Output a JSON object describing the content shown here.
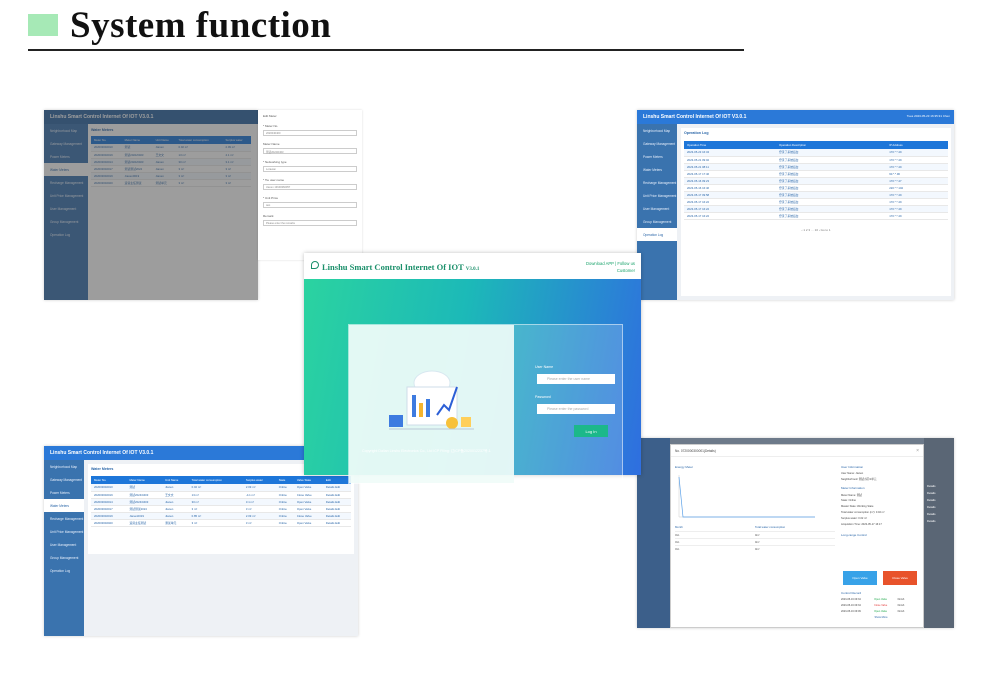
{
  "header": {
    "title": "System function"
  },
  "shot_tl": {
    "logo": "Linshu Smart Control Internet Of IOT V3.0.1",
    "nav": [
      "Neighborhood Map",
      "Gateway Management",
      "Power Meters",
      "Water Meters",
      "Recharge Management",
      "Unit Price Management",
      "User Management",
      "Group Management",
      "Operation Log"
    ],
    "panel_title": "Water Meters",
    "columns": [
      "Meter No.",
      "Meter Name",
      "Unit Name",
      "Total water consumption",
      "Surplus water"
    ],
    "rows": [
      [
        "202003040010",
        "测试",
        "Jianen",
        "0.02 m³",
        "2.09 m³"
      ],
      [
        "202003040019",
        "测试2024/0403",
        "王文文",
        "13 m³",
        "4.1 m³"
      ],
      [
        "202003040014",
        "测试2024/0403",
        "Jianen",
        "30 m³",
        "3.1 m³"
      ],
      [
        "202003040017",
        "测试测试2024",
        "Jianen",
        "3 m³",
        "3 m³"
      ],
      [
        "202003040019",
        "Jianen0019",
        "Jianen",
        "3 m³",
        "3 m³"
      ],
      [
        "202003040020",
        "运营主任测试",
        "测试单元",
        "3 m³",
        "3 m³"
      ]
    ],
    "form": {
      "title": "Edit Meter",
      "fields": [
        {
          "label": "* Meter No.",
          "value": "2020040400"
        },
        {
          "label": "Meter Name",
          "value": "测试2024/0403"
        },
        {
          "label": "* Networking type",
          "value": "Lorawan"
        },
        {
          "label": "* Tie user name",
          "value": "Jianen 13649360057"
        },
        {
          "label": "* Unit Price",
          "value": "test"
        },
        {
          "label": "Remark",
          "value": "Please enter the remarks"
        }
      ]
    }
  },
  "shot_tr": {
    "logo": "Linshu Smart Control Internet Of IOT V3.0.1",
    "topbar_right": "Tues 2023-05-23 16:35:31 Chen",
    "nav": [
      "Neighborhood Map",
      "Gateway Management",
      "Power Meters",
      "Water Meters",
      "Recharge Management",
      "Unit Price Management",
      "User Management",
      "Group Management",
      "Operation Log"
    ],
    "panel_title": "Operation Log",
    "columns": [
      "Operation Time",
      "Operation Description",
      "IP Address"
    ],
    "rows": [
      [
        "2023-05-23 16:34",
        "登录了系统后台",
        "170.*.*.49"
      ],
      [
        "2023-05-21 09:02",
        "登录了系统后台",
        "170.*.*.49"
      ],
      [
        "2023-05-21 08:11",
        "登录了系统后台",
        "170.*.*.49"
      ],
      [
        "2023-05-17 17:46",
        "登录了系统后台",
        "60.*.*.96"
      ],
      [
        "2023-05-16 09:23",
        "登录了系统后台",
        "170.*.*.47"
      ],
      [
        "2023-05-16 16:46",
        "登录了系统后台",
        "220.*.*.102"
      ],
      [
        "2023-05-17 09:58",
        "登录了系统后台",
        "170.*.*.49"
      ],
      [
        "2023-05-17 16:22",
        "登录了系统后台",
        "170.*.*.49"
      ],
      [
        "2023-05-17 16:22",
        "登录了系统后台",
        "170.*.*.49"
      ],
      [
        "2023-05-17 16:22",
        "登录了系统后台",
        "170.*.*.49"
      ]
    ],
    "pager": "‹ 1 2 3 … 10 › Go to 1"
  },
  "login": {
    "title": "Linshu Smart Control Internet Of IOT",
    "version": "V3.0.1",
    "download": "Download APP",
    "follow": "Follow us",
    "customer": "Customer",
    "user_label": "User Name",
    "user_placeholder": "Please enter the user name",
    "pass_label": "Password",
    "pass_placeholder": "Please enter the password",
    "login_btn": "Log In",
    "copyright": "Copyright  Dalian Linshu Electronics Co., Ltd     ICP Filing: 辽ICP备2020012237号-1"
  },
  "shot_bl": {
    "logo": "Linshu Smart Control Internet Of IOT V3.0.1",
    "nav": [
      "Neighborhood Map",
      "Gateway Management",
      "Power Meters",
      "Water Meters",
      "Recharge Management",
      "Unit Price Management",
      "User Management",
      "Group Management",
      "Operation Log"
    ],
    "panel_title": "Water Meters",
    "columns": [
      "Meter No.",
      "Meter Name",
      "Unit Name",
      "Total water consumption",
      "Surplus water",
      "State",
      "Valve State",
      "Edit"
    ],
    "rows": [
      [
        "202003040010",
        "测试",
        "Jianen",
        "0.02 m³",
        "2.09 m³",
        "Online",
        "Open Valve",
        "Details  Edit"
      ],
      [
        "202003040019",
        "测试2024/0403",
        "王文文",
        "13 m³",
        "-4.1 m³",
        "Online",
        "Close Valve",
        "Details  Edit"
      ],
      [
        "202003040014",
        "测试2024/0403",
        "Jianen",
        "30 m³",
        "3.1 m³",
        "Online",
        "Open Valve",
        "Details  Edit"
      ],
      [
        "202003040017",
        "测试测试2024",
        "Jianen",
        "3 m³",
        "3 m³",
        "Online",
        "Open Valve",
        "Details  Edit"
      ],
      [
        "202003040019",
        "Jianen0019",
        "Jianen",
        "0.85 m³",
        "2.09 m³",
        "Online",
        "Close Valve",
        "Details  Edit"
      ],
      [
        "202003040020",
        "运营主任测试",
        "测试单元",
        "3 m³",
        "3 m³",
        "Online",
        "Open Valve",
        "Details  Edit"
      ]
    ]
  },
  "shot_br": {
    "modal_title": "No. 0720000300001(Details)",
    "chart_title": "Energy Meter",
    "table_cols": [
      "Month",
      "Total water consumption"
    ],
    "table_rows": [
      [
        "Oct.",
        "0m³"
      ],
      [
        "Oct.",
        "0m³"
      ],
      [
        "Oct.",
        "0m³"
      ]
    ],
    "user_info_title": "User Information",
    "user_info": [
      [
        "User Name",
        "Jianen"
      ],
      [
        "Neighborhood",
        "测试小区/1单元"
      ]
    ],
    "meter_info_title": "Meter Information",
    "meter_info": [
      [
        "Meter Name",
        "测试"
      ],
      [
        "State",
        "Online"
      ],
      [
        "Master State",
        "Working State"
      ],
      [
        "Total water consumption (m³)",
        "0.02 m³"
      ],
      [
        "Surplus water",
        "0.02 m³"
      ],
      [
        "Acquisition Time",
        "2023-05-17 16:17"
      ]
    ],
    "remote_title": "Long-range Control",
    "open_btn": "Open Valve",
    "close_btn": "Close Valve",
    "control_title": "Control Record",
    "control_rows": [
      [
        "2023-05-16 09:34",
        "Open Valve",
        "Finish"
      ],
      [
        "2023-05-16 09:34",
        "Close Valve",
        "Finish"
      ],
      [
        "2023-05-16 09:09",
        "Open Valve",
        "Finish"
      ]
    ],
    "more": "Show More",
    "right_col": [
      "Details",
      "Details",
      "Details",
      "Details",
      "Details",
      "Details"
    ]
  }
}
